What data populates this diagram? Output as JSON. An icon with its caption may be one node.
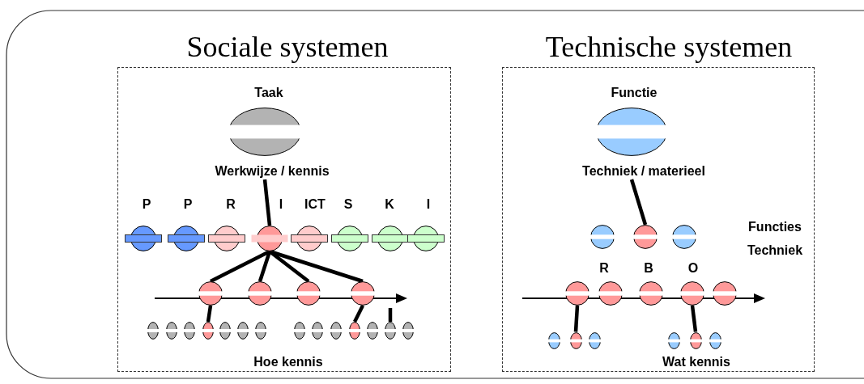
{
  "diagram": {
    "nodes": [
      {
        "text": [
          "Sociale systemen",
          "Hoe kennis"
        ]
      },
      {
        "text": [
          "Taak",
          "Werkwijze / kennis"
        ],
        "in": 0
      },
      {
        "text": [
          "P"
        ],
        "in": 0
      },
      {
        "text": [
          "P"
        ],
        "in": 0
      },
      {
        "text": [
          "R"
        ],
        "in": 0
      },
      {
        "text": [
          "I"
        ],
        "in": 0
      },
      {
        "text": [
          "ICT"
        ],
        "in": 0
      },
      {
        "text": [
          "S"
        ],
        "in": 0
      },
      {
        "text": [
          "K"
        ],
        "in": 0
      },
      {
        "text": [
          "I"
        ],
        "in": 0
      },
      {
        "text": [],
        "shape": "circle",
        "in": 0
      },
      {
        "text": [],
        "shape": "circle",
        "in": 0
      },
      {
        "text": [],
        "shape": "circle",
        "in": 0
      },
      {
        "text": [],
        "shape": "circle",
        "in": 0
      },
      {
        "text": [],
        "shape": "circle",
        "in": 0
      },
      {
        "text": [],
        "shape": "circle",
        "in": 0
      },
      {
        "text": [],
        "shape": "circle",
        "in": 0
      },
      {
        "text": [],
        "shape": "circle",
        "in": 0
      },
      {
        "text": [],
        "shape": "circle",
        "in": 0
      },
      {
        "text": [],
        "shape": "circle",
        "in": 0
      },
      {
        "text": [],
        "shape": "circle",
        "in": 0
      },
      {
        "text": [],
        "shape": "circle",
        "in": 0
      },
      {
        "text": [],
        "shape": "circle",
        "in": 0
      },
      {
        "text": [],
        "shape": "circle",
        "in": 0
      },
      {
        "text": [],
        "shape": "circle",
        "in": 0
      },
      {
        "text": [],
        "shape": "circle",
        "in": 0
      },
      {
        "text": [],
        "shape": "circle",
        "in": 0
      },
      {
        "text": [],
        "shape": "circle",
        "in": 0
      },
      {
        "text": [
          "Technische systemen",
          "Wat kennis"
        ]
      },
      {
        "text": [
          "Functie",
          "Techniek / materieel"
        ],
        "in": 28
      },
      {
        "text": [],
        "shape": "circle",
        "in": 28
      },
      {
        "text": [],
        "shape": "circle",
        "in": 28
      },
      {
        "text": [],
        "shape": "circle",
        "in": 28
      },
      {
        "text": [],
        "shape": "circle",
        "in": 28
      },
      {
        "text": [
          "R"
        ],
        "in": 28
      },
      {
        "text": [
          "B"
        ],
        "in": 28
      },
      {
        "text": [
          "O"
        ],
        "in": 28
      },
      {
        "text": [],
        "shape": "circle",
        "in": 28
      },
      {
        "text": [],
        "shape": "circle",
        "in": 28
      },
      {
        "text": [],
        "shape": "circle",
        "in": 28
      },
      {
        "text": [],
        "shape": "circle",
        "in": 28
      },
      {
        "text": [],
        "shape": "circle",
        "in": 28
      },
      {
        "text": [],
        "shape": "circle",
        "in": 28
      },
      {
        "text": [],
        "shape": "circle",
        "in": 28
      }
    ],
    "edges": [
      {
        "from": 1,
        "to": 5,
        "arrow": "none"
      },
      {
        "from": 5,
        "to": 10,
        "arrow": "none"
      },
      {
        "from": 5,
        "to": 11,
        "arrow": "none"
      },
      {
        "from": 5,
        "to": 12,
        "arrow": "none"
      },
      {
        "from": 5,
        "to": 13,
        "arrow": "none"
      },
      {
        "from": 10,
        "to": 17,
        "arrow": "none"
      },
      {
        "from": 13,
        "to": 24,
        "arrow": "none"
      },
      {
        "from": null,
        "to": 26,
        "arrow": "none"
      },
      {
        "from": 29,
        "to": 31,
        "arrow": "none"
      },
      {
        "from": 33,
        "to": 39,
        "arrow": "none"
      },
      {
        "from": 36,
        "to": 42,
        "arrow": "none"
      }
    ],
    "labels": [
      "Functies Techniek"
    ]
  }
}
